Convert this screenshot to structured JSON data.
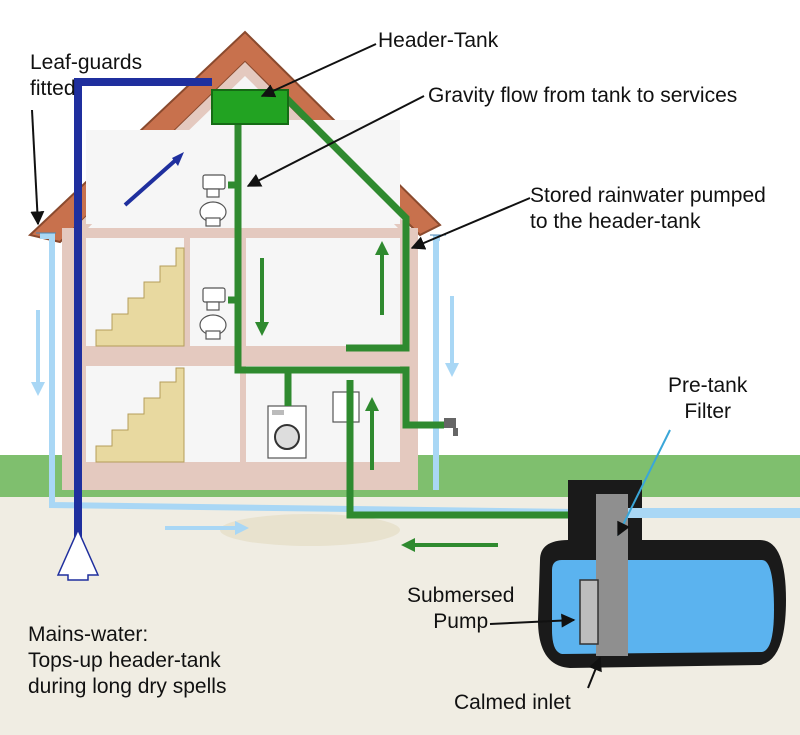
{
  "labels": {
    "leaf_guards": [
      "Leaf-guards",
      "fitted"
    ],
    "header_tank": "Header-Tank",
    "gravity_flow": "Gravity flow from tank to services",
    "stored_rainwater": [
      "Stored rainwater pumped",
      "to the header-tank"
    ],
    "pre_tank_filter": [
      "Pre-tank",
      "Filter"
    ],
    "submersed_pump": [
      "Submersed",
      "Pump"
    ],
    "mains_water": [
      "Mains-water:",
      "Tops-up header-tank",
      "during long dry spells"
    ],
    "calmed_inlet": "Calmed inlet"
  },
  "colors": {
    "roof_tiles": "#c8714d",
    "wall_frame": "#e4c9bf",
    "interior": "#f6f6f6",
    "lawn": "#7fbf6e",
    "ground": "#f0ede3",
    "rainwater_pipe": "#2f8a2f",
    "header_tank": "#22a322",
    "mains_pipe": "#1f2f9e",
    "gutter_pipe": "#a9d7f5",
    "tank_water": "#5bb3ef",
    "tank_body": "#1a1a1a",
    "filter": "#8f8f8f",
    "pump": "#bdbdbd"
  },
  "icons": [
    "toilet-icon",
    "washing-machine-icon",
    "stairs-icon",
    "tap-icon",
    "flow-arrow-icon"
  ]
}
